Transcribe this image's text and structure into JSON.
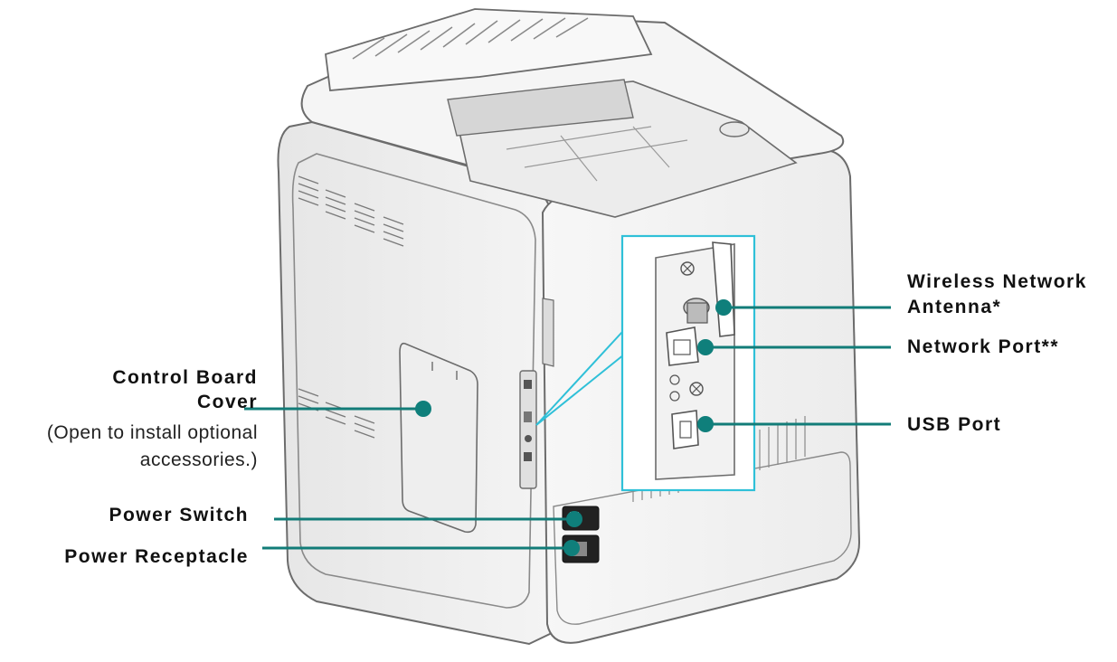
{
  "labels": {
    "wireless_antenna_line1": "Wireless Network",
    "wireless_antenna_line2": "Antenna*",
    "network_port": "Network Port**",
    "usb_port": "USB Port",
    "control_board_line1": "Control Board",
    "control_board_line2": "Cover",
    "control_board_note_line1": "(Open to install optional",
    "control_board_note_line2": "accessories.)",
    "power_switch": "Power Switch",
    "power_receptacle": "Power Receptacle"
  },
  "colors": {
    "callout_line": "#127c78",
    "callout_dot": "#0f7f7b",
    "zoom_frame": "#2fc0d8",
    "printer_outline": "#6c6c6c",
    "printer_fill": "#f1f1f1"
  },
  "icons": {
    "printer": "printer-illustration",
    "callout_marker": "teal-dot"
  }
}
